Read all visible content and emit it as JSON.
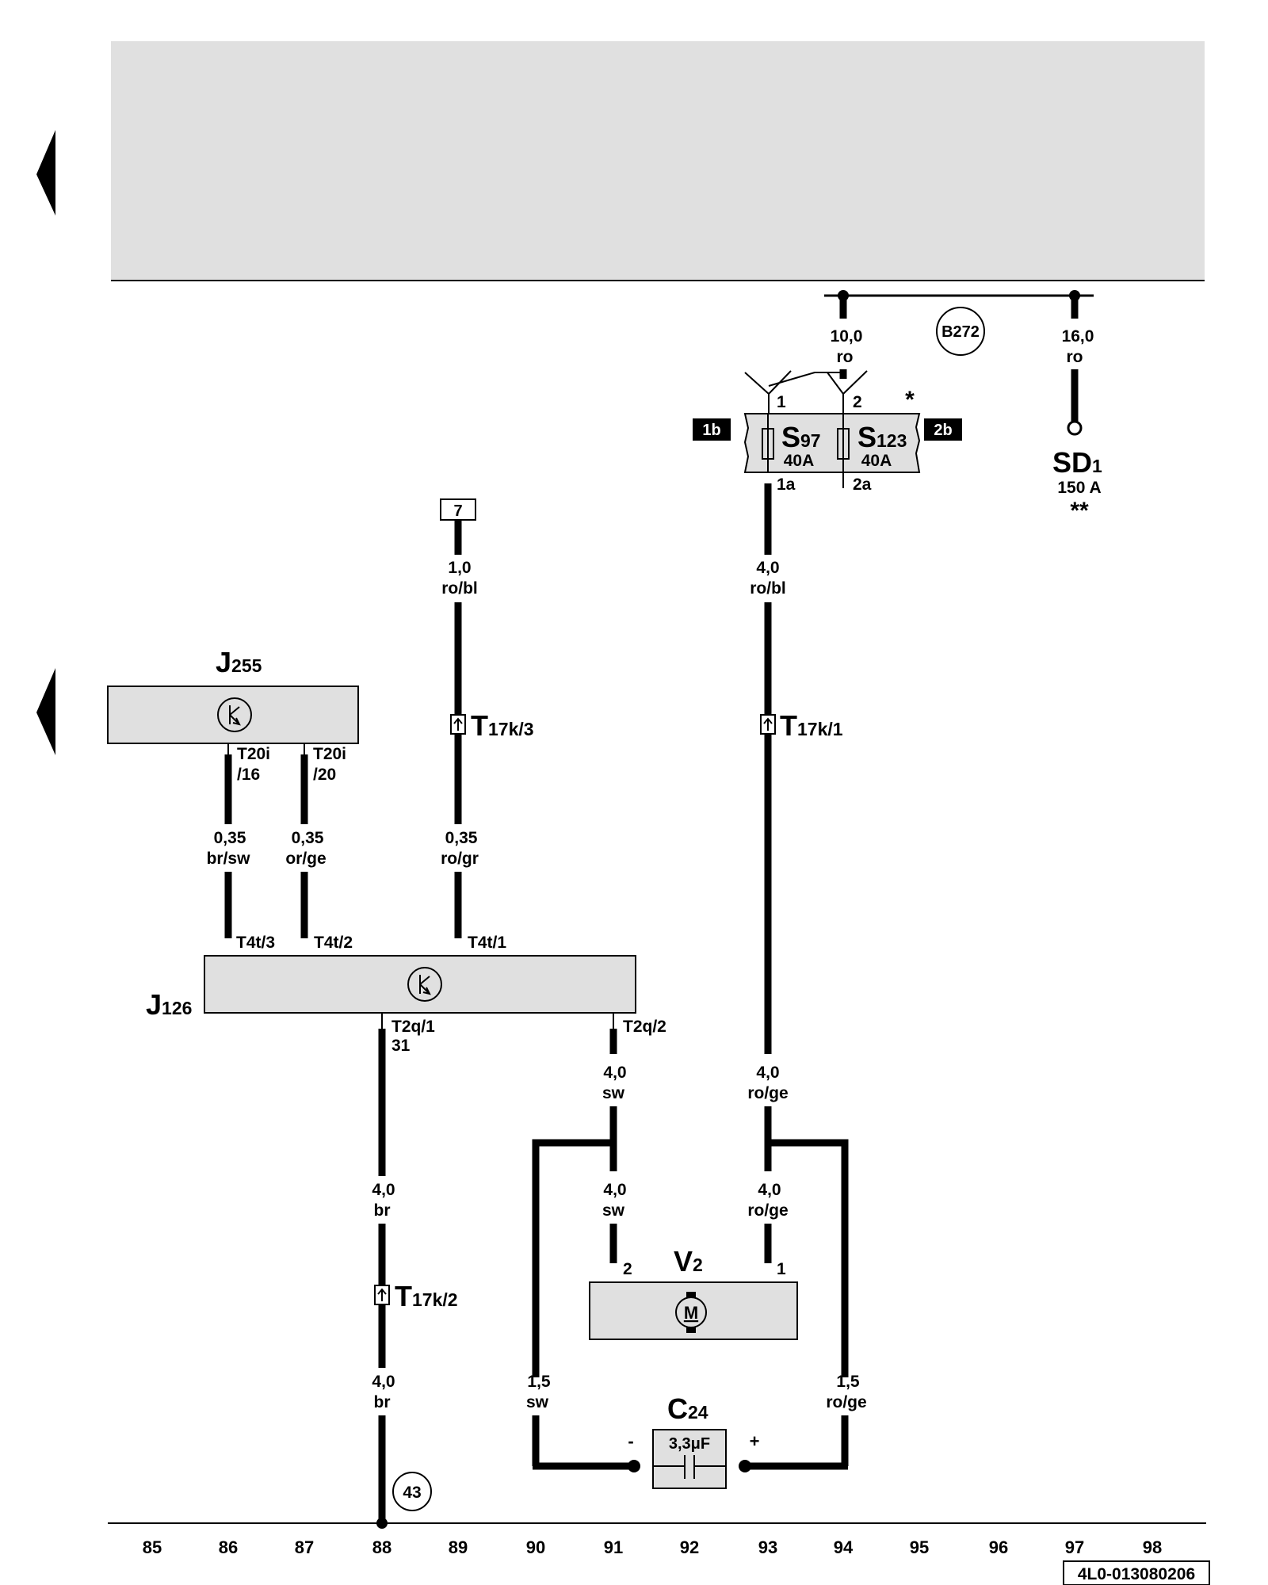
{
  "components": {
    "J255": {
      "letter": "J",
      "sub": "255"
    },
    "J126": {
      "letter": "J",
      "sub": "126"
    },
    "V2": {
      "letter": "V",
      "sub": "2"
    },
    "C24": {
      "letter": "C",
      "sub": "24",
      "value": "3,3μF",
      "minus": "-",
      "plus": "+"
    },
    "S97": {
      "letter": "S",
      "sub": "97",
      "rating": "40A"
    },
    "S123": {
      "letter": "S",
      "sub": "123",
      "rating": "40A"
    },
    "SD1": {
      "letter": "SD",
      "sub": "1",
      "rating": "150 A",
      "note": "**"
    },
    "fuse_note": "*",
    "fuse_left_tag": "1b",
    "fuse_right_tag": "2b",
    "motor_symbol": "M"
  },
  "wires": {
    "top_left": {
      "size": "10,0",
      "color": "ro"
    },
    "top_right": {
      "size": "16,0",
      "color": "ro"
    },
    "s97_out": {
      "size": "4,0",
      "color": "ro/bl"
    },
    "from_7": {
      "size": "1,0",
      "color": "ro/bl"
    },
    "j255_16": {
      "size": "0,35",
      "color": "br/sw"
    },
    "j255_20": {
      "size": "0,35",
      "color": "or/ge"
    },
    "t17k3_low": {
      "size": "0,35",
      "color": "ro/gr"
    },
    "j126_t2q2": {
      "size": "4,0",
      "color": "sw"
    },
    "t17k1_low": {
      "size": "4,0",
      "color": "ro/ge"
    },
    "v2_pin2": {
      "size": "4,0",
      "color": "sw"
    },
    "v2_pin1": {
      "size": "4,0",
      "color": "ro/ge"
    },
    "ground_upper": {
      "size": "4,0",
      "color": "br"
    },
    "ground_lower": {
      "size": "4,0",
      "color": "br"
    },
    "c24_minus": {
      "size": "1,5",
      "color": "sw"
    },
    "c24_plus": {
      "size": "1,5",
      "color": "ro/ge"
    }
  },
  "connectors": {
    "fuse_pin1": "1",
    "fuse_pin2": "2",
    "fuse_pin1a": "1a",
    "fuse_pin2a": "2a",
    "t20i_16_a": "T20i",
    "t20i_16_b": "/16",
    "t20i_20_a": "T20i",
    "t20i_20_b": "/20",
    "t4t3": "T4t/3",
    "t4t2": "T4t/2",
    "t4t1": "T4t/1",
    "t2q1": "T2q/1",
    "t2q1_ground": "31",
    "t2q2": "T2q/2",
    "v2_pin2": "2",
    "v2_pin1": "1",
    "t17k3_T": "T",
    "t17k3_sub": "17k/3",
    "t17k1_T": "T",
    "t17k1_sub": "17k/1",
    "t17k2_T": "T",
    "t17k2_sub": "17k/2"
  },
  "references": {
    "box_7": "7",
    "circle_43": "43",
    "circle_b272": "B272"
  },
  "scale": [
    "85",
    "86",
    "87",
    "88",
    "89",
    "90",
    "91",
    "92",
    "93",
    "94",
    "95",
    "96",
    "97",
    "98"
  ],
  "diagram_id": "4L0-013080206",
  "colors": {
    "panel": "#e0e0e0",
    "ink": "#000000",
    "background": "#ffffff"
  }
}
